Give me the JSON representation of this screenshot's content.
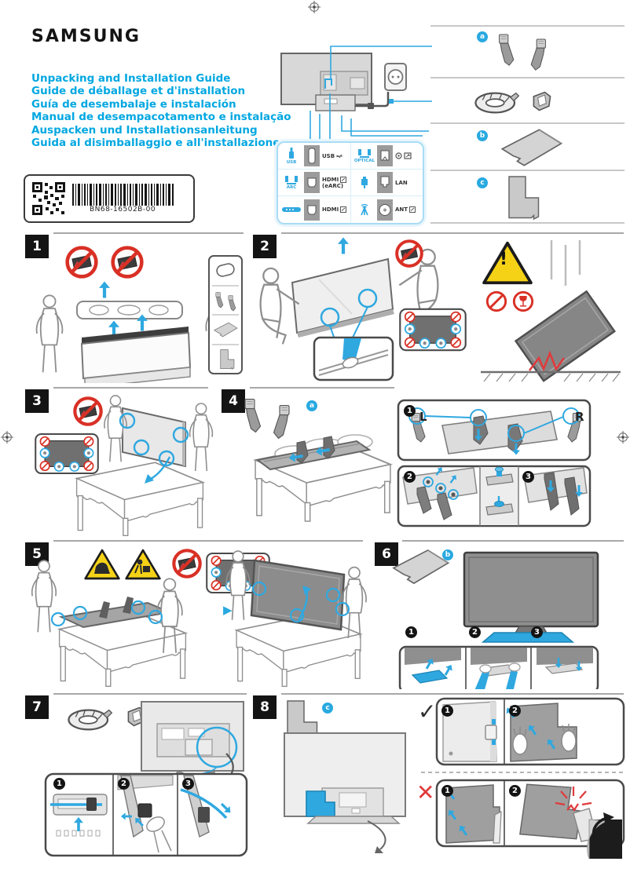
{
  "brand": "SAMSUNG",
  "titles": [
    "Unpacking and Installation Guide",
    "Guide de déballage et d'installation",
    "Guía de desembalaje e instalación",
    "Manual de desempacotamento e instalação",
    "Auspacken und Installationsanleitung",
    "Guida al disimballaggio e all'installazione"
  ],
  "label_box": {
    "part_number": "BN68-16502B-00"
  },
  "ports": {
    "left": [
      {
        "caption": "USB",
        "label": "USB"
      },
      {
        "caption": "ARC",
        "label": "HDMI",
        "label2": "(eARC)"
      },
      {
        "caption": "",
        "label": "HDMI"
      }
    ],
    "right": [
      {
        "caption": "OPTICAL",
        "label": ""
      },
      {
        "caption": "",
        "label": "LAN"
      },
      {
        "caption": "",
        "label": "ANT"
      }
    ]
  },
  "parts": {
    "a": "a",
    "b": "b",
    "c": "c"
  },
  "steps": [
    "1",
    "2",
    "3",
    "4",
    "5",
    "6",
    "7",
    "8"
  ],
  "substeps": [
    "1",
    "2",
    "3"
  ],
  "stand": {
    "left": "L",
    "right": "R"
  },
  "marks": {
    "check": "✓",
    "cross": "✕",
    "play": "▶",
    "exclamation": "!"
  },
  "colors": {
    "accent": "#00a7e1",
    "cyan": "#2fa8e0",
    "red": "#e03a3c",
    "yellow": "#f6d217"
  }
}
